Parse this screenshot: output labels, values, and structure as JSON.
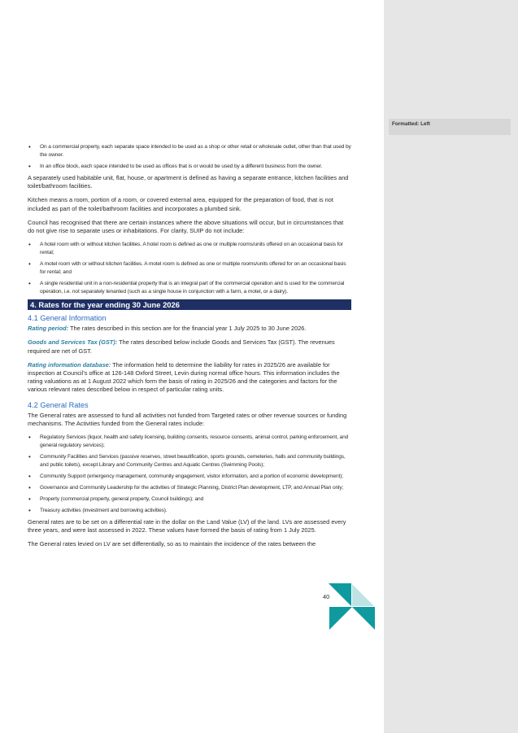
{
  "comment": {
    "label": "Formatted: Left"
  },
  "page_number": "40",
  "brand_colors": {
    "teal": "#0f9aa0",
    "heading_bar": "#1f2f64",
    "subheading": "#2a6bbf"
  },
  "intro_bullets": [
    "On a commercial property, each separate space intended to be used as a shop or other retail or wholesale outlet, other than that used by the owner.",
    "In an office block, each space intended to be used as offices that is or would be used by a different business from the owner."
  ],
  "paragraphs": {
    "habitable_unit": "A separately used habitable unit, flat, house, or apartment is defined as having a separate entrance, kitchen facilities and toilet/bathroom facilities.",
    "kitchen": "Kitchen means a room, portion of a room, or covered external area, equipped for the preparation of food, that is not included as part of the toilet/bathroom facilities and incorporates a plumbed sink.",
    "council_recognised": "Council has recognised that there are certain instances where the above situations will occur, but in circumstances that do not give rise to separate uses or inhabitations. For clarity, SUIP do not include:"
  },
  "exclusion_bullets": [
    "A hotel room with or without kitchen facilities. A hotel room is defined as one or multiple rooms/units offered on an occasional basis for rental;",
    "A motel room with or without kitchen facilities. A motel room is defined as one or multiple rooms/units offered for on an occasional basis for rental; and",
    "A single residential unit in a non-residential property that is an integral part of the commercial operation and is used for the commercial operation, i.e. not separately tenanted (such as a single house in conjunction with a farm, a motel, or a dairy)."
  ],
  "section_heading": "4. Rates for the year ending 30 June 2026",
  "general_information": {
    "heading": "4.1 General Information",
    "rating_period_label": "Rating period:",
    "rating_period_text": " The rates described in this section are for the financial year 1 July 2025 to 30 June 2026.",
    "gst_label": "Goods and Services Tax (GST):",
    "gst_text": " The rates described below include Goods and Services Tax (GST). The revenues required are net of GST.",
    "database_label": "Rating information database:",
    "database_text": " The information held to determine the liability for rates in 2025/26 are available for inspection at Council’s office at 126-148 Oxford Street, Levin during normal office hours. This information includes the rating valuations as at 1 August 2022 which form the basis of rating in 2025/26 and the categories and factors for the various relevant rates described below in respect of particular rating units."
  },
  "general_rates": {
    "heading": "4.2 General Rates",
    "intro": "The General rates are assessed to fund all activities not funded from Targeted rates or other revenue sources or funding mechanisms. The Activities funded from the General rates include:",
    "activities": [
      "Regulatory Services (liquor, health and safety licensing, building consents, resource consents, animal control, parking enforcement, and general regulatory services);",
      "Community Facilities and Services (passive reserves, street beautification, sports grounds, cemeteries, halls and community buildings, and public toilets), except Library and Community Centres and Aquatic Centres (Swimming Pools);",
      "Community Support (emergency management, community engagement, visitor information, and a portion of economic development);",
      "Governance and Community Leadership for the activities of Strategic Planning, District Plan development, LTP, and Annual Plan only;",
      "Property (commercial property, general property, Council buildings); and",
      "Treasury activities (investment and borrowing activities)."
    ],
    "lv_paragraph_a": "General rates are to be set on a differential rate in the dollar on the Land Value (LV) of the land. LVs are assessed",
    "lv_paragraph_b": " every three years, and were last assessed in 2022. These values have formed the basis of rating from 1 July 2025.",
    "differential_paragraph": "The General rates levied on LV are set differentially, so as to maintain the incidence of the rates between the"
  }
}
